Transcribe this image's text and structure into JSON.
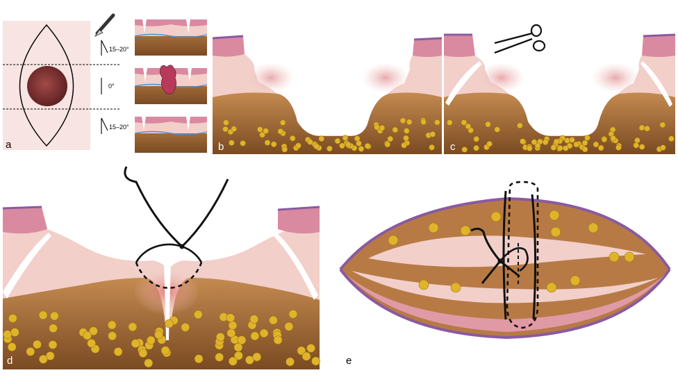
{
  "panels": {
    "a": {
      "label": "a"
    },
    "b": {
      "label": "b"
    },
    "c": {
      "label": "c"
    },
    "d": {
      "label": "d"
    },
    "e": {
      "label": "e"
    }
  },
  "angles": {
    "top": "15–20°",
    "middle": "0°",
    "bottom": "15–20°"
  },
  "colors": {
    "skin_bg": "#f8e4e2",
    "epidermis": "#d98aa0",
    "dermis": "#f2cfc9",
    "fat": "#b87a45",
    "fat_dark": "#8c5a2e",
    "fat_globule": "#e0b42a",
    "membrane": "#8a5aa0",
    "lesion": "#6e2b2b"
  },
  "icons": {
    "scalpel": "scalpel-icon",
    "scissors": "scissors-icon",
    "needle": "suture-needle-icon"
  }
}
